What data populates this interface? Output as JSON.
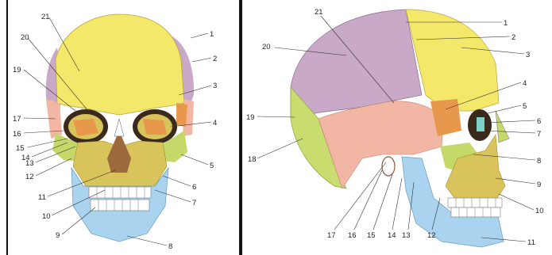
{
  "front_view": {
    "labels": [
      "1",
      "2",
      "3",
      "4",
      "5",
      "6",
      "7",
      "8",
      "9",
      "10",
      "11",
      "12",
      "13",
      "14",
      "15",
      "16",
      "17",
      "19",
      "20",
      "21"
    ]
  },
  "side_view": {
    "labels": [
      "1",
      "2",
      "3",
      "4",
      "5",
      "6",
      "7",
      "8",
      "9",
      "10",
      "11",
      "12",
      "13",
      "14",
      "15",
      "16",
      "17",
      "18",
      "19",
      "20",
      "21"
    ]
  },
  "colors": {
    "frontal_yellow": "#f4e86a",
    "parietal_lavender": "#c9a9c8",
    "temporal_pink": "#f2b7a4",
    "sphenoid_orange": "#e8984c",
    "zygomatic_green": "#c5d96a",
    "maxilla_olive": "#d8c45a",
    "mandible_blue": "#a9d3ee",
    "occipital_green": "#c8dc70",
    "nasal_brown": "#9c6a3c",
    "lacrimal_teal": "#7fd0c8",
    "teeth_white": "#ffffff"
  }
}
